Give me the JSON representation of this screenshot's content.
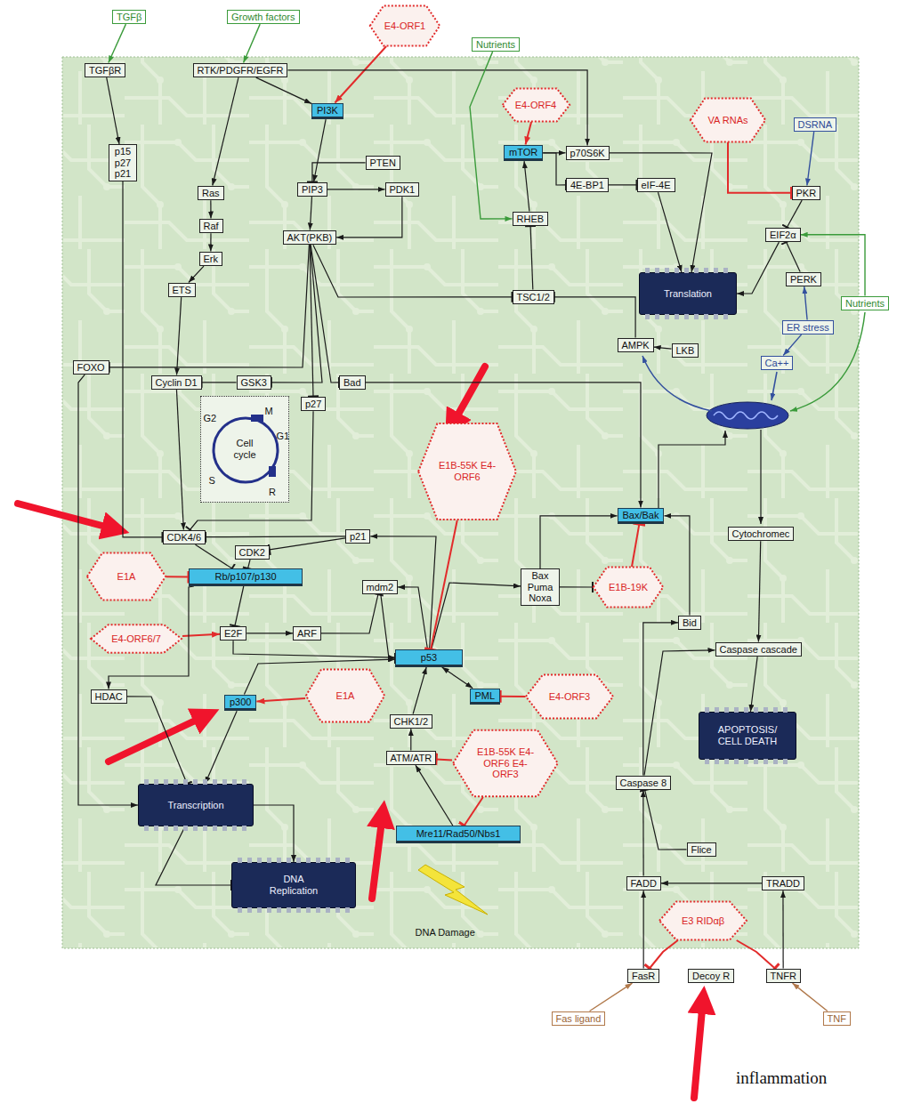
{
  "diagram": {
    "nodes": [
      {
        "text": [
          "TGFβ"
        ]
      },
      {
        "text": [
          "Growth factors"
        ]
      },
      {
        "text": [
          "E4-ORF1"
        ]
      },
      {
        "text": [
          "TGFβR"
        ]
      },
      {
        "text": [
          "RTK/PDGFR/EGFR"
        ]
      },
      {
        "text": [
          "Nutrients"
        ]
      },
      {
        "text": [
          "PI3K"
        ]
      },
      {
        "text": [
          "E4-ORF4"
        ]
      },
      {
        "text": [
          "VA RNAs"
        ]
      },
      {
        "text": [
          "DSRNA"
        ]
      },
      {
        "text": [
          "p15 p27 p21"
        ]
      },
      {
        "text": [
          "mTOR"
        ]
      },
      {
        "text": [
          "p70S6K"
        ]
      },
      {
        "text": [
          "PTEN"
        ]
      },
      {
        "text": [
          "PIP3"
        ]
      },
      {
        "text": [
          "PDK1"
        ]
      },
      {
        "text": [
          "4E-BP1"
        ]
      },
      {
        "text": [
          "eIF-4E"
        ]
      },
      {
        "text": [
          "PKR"
        ]
      },
      {
        "text": [
          "Ras"
        ]
      },
      {
        "text": [
          "RHEB"
        ]
      },
      {
        "text": [
          "EIF2α"
        ]
      },
      {
        "text": [
          "AKT(PKB)"
        ]
      },
      {
        "text": [
          "Raf"
        ]
      },
      {
        "text": [
          "Erk"
        ]
      },
      {
        "text": [
          "PERK"
        ]
      },
      {
        "text": [
          "Translation"
        ]
      },
      {
        "text": [
          "TSC1/2"
        ]
      },
      {
        "text": [
          "ETS"
        ]
      },
      {
        "text": [
          "Nutrients"
        ]
      },
      {
        "text": [
          "ER stress"
        ]
      },
      {
        "text": [
          "AMPK"
        ]
      },
      {
        "text": [
          "LKB"
        ]
      },
      {
        "text": [
          "FOXO"
        ]
      },
      {
        "text": [
          "Ca++"
        ]
      },
      {
        "text": [
          "Cyclin D1"
        ]
      },
      {
        "text": [
          "GSK3"
        ]
      },
      {
        "text": [
          "Bad"
        ]
      },
      {
        "text": [
          "p27"
        ]
      },
      {
        "text": [
          "Cell cycle"
        ]
      },
      {
        "text": [
          "E1B-55K E4-ORF6"
        ]
      },
      {
        "text": [
          "CDK4/6"
        ]
      },
      {
        "text": [
          "p21"
        ]
      },
      {
        "text": [
          "Bax/Bak"
        ]
      },
      {
        "text": [
          "Cytochromec"
        ]
      },
      {
        "text": [
          "E1A"
        ]
      },
      {
        "text": [
          "CDK2"
        ]
      },
      {
        "text": [
          "Rb/p107/p130"
        ]
      },
      {
        "text": [
          "mdm2"
        ]
      },
      {
        "text": [
          "Bax Puma Noxa"
        ]
      },
      {
        "text": [
          "E1B-19K"
        ]
      },
      {
        "text": [
          "E4-ORF6/7"
        ]
      },
      {
        "text": [
          "E2F"
        ]
      },
      {
        "text": [
          "ARF"
        ]
      },
      {
        "text": [
          "Bid"
        ]
      },
      {
        "text": [
          "Caspase cascade"
        ]
      },
      {
        "text": [
          "p53"
        ]
      },
      {
        "text": [
          "PML"
        ]
      },
      {
        "text": [
          "E4-ORF3"
        ]
      },
      {
        "text": [
          "E1A"
        ]
      },
      {
        "text": [
          "HDAC"
        ]
      },
      {
        "text": [
          "p300"
        ]
      },
      {
        "text": [
          "APOPTOSIS/ CELL DEATH"
        ]
      },
      {
        "text": [
          "CHK1/2"
        ]
      },
      {
        "text": [
          "Transcription"
        ]
      },
      {
        "text": [
          "ATM/ATR"
        ]
      },
      {
        "text": [
          "E1B-55K E4-ORF6 E4-ORF3"
        ]
      },
      {
        "text": [
          "Caspase 8"
        ]
      },
      {
        "text": [
          "Mre11/Rad50/Nbs1"
        ]
      },
      {
        "text": [
          "Flice"
        ]
      },
      {
        "text": [
          "DNA Replication"
        ]
      },
      {
        "text": [
          "FADD"
        ]
      },
      {
        "text": [
          "TRADD"
        ]
      },
      {
        "text": [
          "E3 RIDαβ"
        ]
      },
      {
        "text": [
          "FasR"
        ]
      },
      {
        "text": [
          "Decoy R"
        ]
      },
      {
        "text": [
          "TNFR"
        ]
      },
      {
        "text": [
          "Fas ligand"
        ]
      },
      {
        "text": [
          "TNF"
        ]
      }
    ],
    "edges": [
      {
        "from": 0,
        "to": 3,
        "arrow": "to"
      },
      {
        "from": 1,
        "to": 4,
        "arrow": "to"
      },
      {
        "from": 2,
        "to": 6,
        "arrow": "to"
      },
      {
        "from": 4,
        "to": 6,
        "arrow": "to"
      },
      {
        "from": 4,
        "to": 12,
        "arrow": "to"
      },
      {
        "from": 4,
        "to": 19,
        "arrow": "to"
      },
      {
        "from": 3,
        "to": 10,
        "arrow": "to"
      },
      {
        "from": 6,
        "to": 14,
        "arrow": "to"
      },
      {
        "from": 13,
        "to": 14,
        "arrow": "to"
      },
      {
        "from": 14,
        "to": 15,
        "arrow": "to"
      },
      {
        "from": 14,
        "to": 22,
        "arrow": "to"
      },
      {
        "from": 15,
        "to": 22,
        "arrow": "to"
      },
      {
        "from": 7,
        "to": 11,
        "arrow": "to"
      },
      {
        "from": 11,
        "to": 12,
        "arrow": "to"
      },
      {
        "from": 11,
        "to": 16,
        "arrow": "to"
      },
      {
        "from": 16,
        "to": 17,
        "arrow": "to"
      },
      {
        "from": 17,
        "to": 26,
        "arrow": "to"
      },
      {
        "from": 12,
        "to": 26,
        "arrow": "to"
      },
      {
        "from": 22,
        "to": 27,
        "arrow": "to"
      },
      {
        "from": 27,
        "to": 20,
        "arrow": "to"
      },
      {
        "from": 20,
        "to": 11,
        "arrow": "to"
      },
      {
        "from": 5,
        "to": 20,
        "arrow": "to"
      },
      {
        "from": 31,
        "to": 27,
        "arrow": "to"
      },
      {
        "from": 32,
        "to": 31,
        "arrow": "to"
      },
      {
        "from": 22,
        "to": 33,
        "arrow": "to"
      },
      {
        "from": 22,
        "to": 36,
        "arrow": "to"
      },
      {
        "from": 22,
        "to": 38,
        "arrow": "to"
      },
      {
        "from": 22,
        "to": 37,
        "arrow": "to"
      },
      {
        "from": 36,
        "to": 35,
        "arrow": "to"
      },
      {
        "from": 28,
        "to": 35,
        "arrow": "to"
      },
      {
        "from": 19,
        "to": 23,
        "arrow": "to"
      },
      {
        "from": 23,
        "to": 24,
        "arrow": "to"
      },
      {
        "from": 24,
        "to": 28,
        "arrow": "to"
      },
      {
        "from": 35,
        "to": 41,
        "arrow": "to"
      },
      {
        "from": 38,
        "to": 41,
        "arrow": "to"
      },
      {
        "from": 10,
        "to": 41,
        "arrow": "to"
      },
      {
        "from": 33,
        "to": 64,
        "arrow": "to"
      },
      {
        "from": 37,
        "to": 43,
        "arrow": "to"
      },
      {
        "from": 8,
        "to": 18,
        "arrow": "to"
      },
      {
        "from": 9,
        "to": 18,
        "arrow": "to"
      },
      {
        "from": 18,
        "to": 21,
        "arrow": "to"
      },
      {
        "from": 25,
        "to": 21,
        "arrow": "to"
      },
      {
        "from": 21,
        "to": 26,
        "arrow": "to"
      },
      {
        "from": 30,
        "to": 25,
        "arrow": "to"
      },
      {
        "from": 30,
        "to": 34,
        "arrow": "to"
      },
      {
        "from": 29,
        "to": 21,
        "arrow": "to"
      },
      {
        "from": 41,
        "to": 47,
        "arrow": "to"
      },
      {
        "from": 46,
        "to": 47,
        "arrow": "to"
      },
      {
        "from": 42,
        "to": 46,
        "arrow": "to"
      },
      {
        "from": 42,
        "to": 41,
        "arrow": "to"
      },
      {
        "from": 45,
        "to": 47,
        "arrow": "to"
      },
      {
        "from": 47,
        "to": 52,
        "arrow": "to"
      },
      {
        "from": 51,
        "to": 52,
        "arrow": "to"
      },
      {
        "from": 52,
        "to": 53,
        "arrow": "to"
      },
      {
        "from": 53,
        "to": 48,
        "arrow": "to"
      },
      {
        "from": 48,
        "to": 56,
        "arrow": "to"
      },
      {
        "from": 56,
        "to": 48,
        "arrow": "to"
      },
      {
        "from": 56,
        "to": 42,
        "arrow": "to"
      },
      {
        "from": 52,
        "to": 56,
        "arrow": "to"
      },
      {
        "from": 56,
        "to": 49,
        "arrow": "to"
      },
      {
        "from": 40,
        "to": 56,
        "arrow": "to"
      },
      {
        "from": 49,
        "to": 43,
        "arrow": "to"
      },
      {
        "from": 50,
        "to": 43,
        "arrow": "to"
      },
      {
        "from": 49,
        "to": 50,
        "arrow": "to"
      },
      {
        "from": 56,
        "to": 57,
        "arrow": "both"
      },
      {
        "from": 58,
        "to": 57,
        "arrow": "to"
      },
      {
        "from": 59,
        "to": 61,
        "arrow": "to"
      },
      {
        "from": 61,
        "to": 56,
        "arrow": "to"
      },
      {
        "from": 47,
        "to": 60,
        "arrow": "to"
      },
      {
        "from": 60,
        "to": 64,
        "arrow": "to"
      },
      {
        "from": 61,
        "to": 64,
        "arrow": "to"
      },
      {
        "from": 64,
        "to": 70,
        "arrow": "to"
      },
      {
        "from": 64,
        "to": 70,
        "arrow": "to"
      },
      {
        "from": 63,
        "to": 56,
        "arrow": "to"
      },
      {
        "from": 65,
        "to": 63,
        "arrow": "to"
      },
      {
        "from": 68,
        "to": 65,
        "arrow": "to"
      },
      {
        "from": 66,
        "to": 65,
        "arrow": "to"
      },
      {
        "from": 66,
        "to": 68,
        "arrow": "to"
      },
      {
        "from": 44,
        "to": 55,
        "arrow": "to"
      },
      {
        "from": 55,
        "to": 62,
        "arrow": "to"
      },
      {
        "from": 54,
        "to": 43,
        "arrow": "to"
      },
      {
        "from": 67,
        "to": 54,
        "arrow": "to"
      },
      {
        "from": 67,
        "to": 55,
        "arrow": "to"
      },
      {
        "from": 71,
        "to": 67,
        "arrow": "to"
      },
      {
        "from": 69,
        "to": 67,
        "arrow": "to"
      },
      {
        "from": 72,
        "to": 71,
        "arrow": "to"
      },
      {
        "from": 74,
        "to": 71,
        "arrow": "to"
      },
      {
        "from": 76,
        "to": 72,
        "arrow": "to"
      },
      {
        "from": 73,
        "to": 74,
        "arrow": "to"
      },
      {
        "from": 73,
        "to": 76,
        "arrow": "to"
      },
      {
        "from": 77,
        "to": 74,
        "arrow": "to"
      },
      {
        "from": 78,
        "to": 76,
        "arrow": "to"
      }
    ],
    "labels": [
      "M",
      "G2",
      "G1",
      "S",
      "R",
      "DNA Damage",
      "inflammation"
    ]
  }
}
